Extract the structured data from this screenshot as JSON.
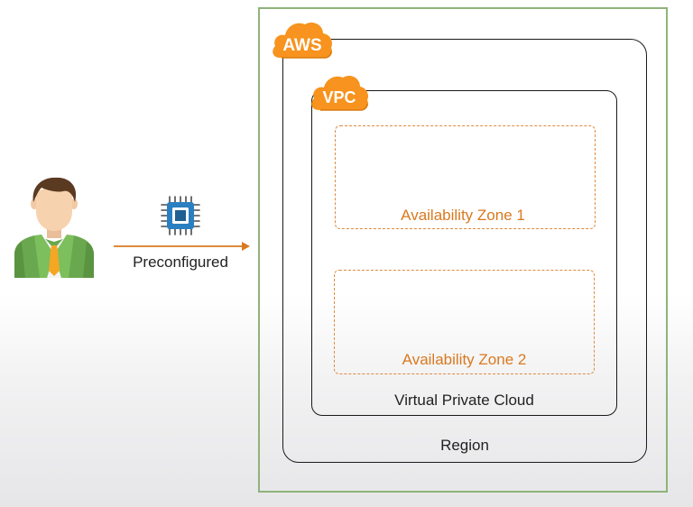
{
  "user": {
    "icon": "business-person-icon"
  },
  "connector": {
    "icon": "cpu-chip-icon",
    "label": "Preconfigured",
    "arrow_color": "#d9791f"
  },
  "aws_cloud": {
    "label": "AWS",
    "color": "#f7931e"
  },
  "vpc_cloud": {
    "label": "VPC",
    "color": "#f7931e"
  },
  "region": {
    "label": "Region"
  },
  "vpc": {
    "label": "Virtual Private Cloud"
  },
  "availability_zones": [
    {
      "label": "Availability Zone 1"
    },
    {
      "label": "Availability Zone 2"
    }
  ],
  "colors": {
    "frame_green": "#8fb37a",
    "az_orange": "#e08a3c",
    "chip_blue": "#2a7fc1"
  }
}
